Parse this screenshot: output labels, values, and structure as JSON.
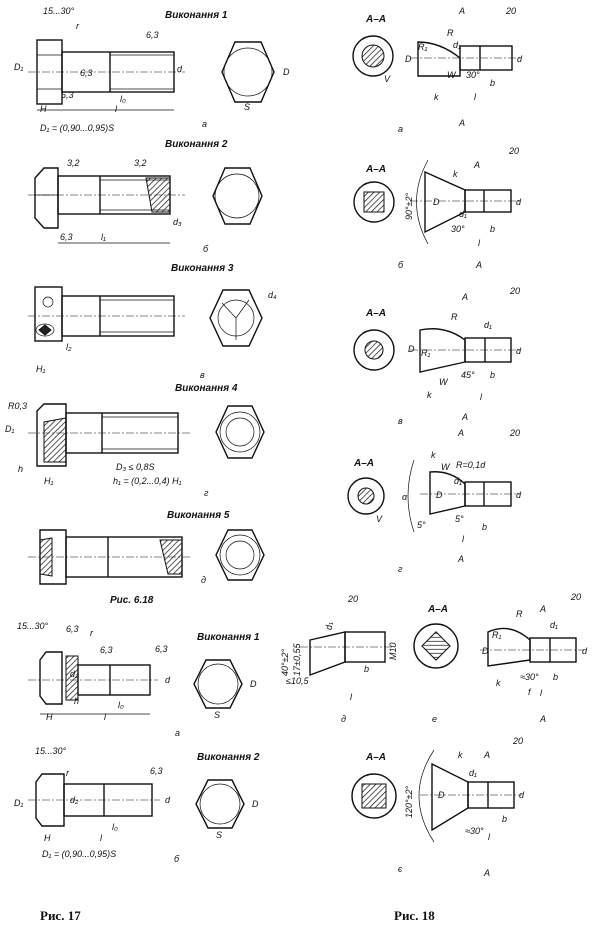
{
  "variants": {
    "v1": "Виконання 1",
    "v2": "Виконання 2",
    "v3": "Виконання 3",
    "v4": "Виконання 4",
    "v5": "Виконання 5"
  },
  "sections": {
    "aa": "А–А",
    "a": "А"
  },
  "dims": {
    "angle_15_30": "15...30°",
    "r": "r",
    "rough_63": "6,3",
    "rough_32": "3,2",
    "D1": "D₁",
    "D": "D",
    "d": "d",
    "d1": "d₁",
    "d2": "d₂",
    "d3": "d₃",
    "d4": "d₄",
    "l": "l",
    "l0": "l₀",
    "l1": "l₁",
    "l2": "l₂",
    "H": "H",
    "H1": "H₁",
    "h": "h",
    "S": "S",
    "R": "R",
    "R1": "R₁",
    "b": "b",
    "k": "k",
    "W": "W",
    "V": "V",
    "f": "f",
    "a": "α",
    "r03": "R0,3",
    "angle30": "30°",
    "angle45": "45°",
    "angle5": "5°",
    "angle90": "90°±2°",
    "angle120": "120°±2°",
    "angle40": "40°±2°",
    "angle_approx30": "≈30°",
    "r_01d": "R=0,1d",
    "m10": "M10",
    "len17": "17±0,55",
    "len105": "≤10,5",
    "rough20": "20"
  },
  "formulas": {
    "d1_1": "D₁ = (0,90...0,95)S",
    "d1_2": "D₁ = (0,90...0,95)S",
    "d3": "D₃ ≤ 0,8S",
    "h1": "h₁ = (0,2...0,4) H₁"
  },
  "letters": {
    "a": "а",
    "b": "б",
    "v": "в",
    "g": "г",
    "d": "д",
    "e": "е",
    "ye": "є"
  },
  "captions": {
    "fig618": "Рис. 6.18",
    "fig17": "Рис. 17",
    "fig18": "Рис. 18"
  }
}
